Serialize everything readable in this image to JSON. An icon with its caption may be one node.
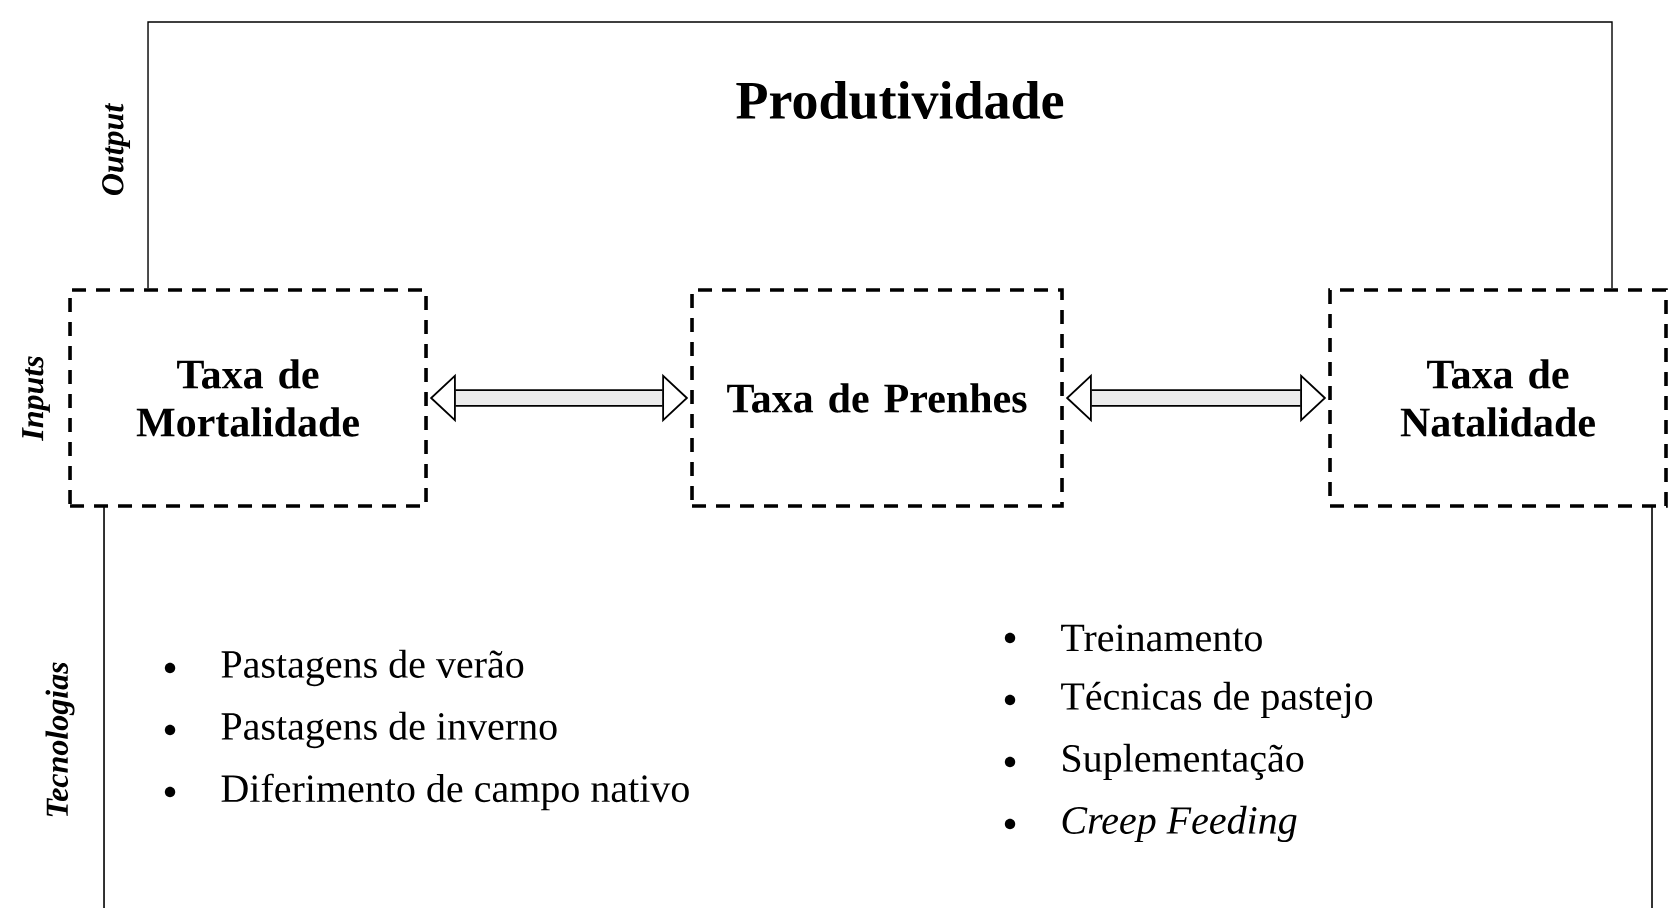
{
  "diagram": {
    "title": "Produtividade",
    "nodes": [
      {
        "text": [
          "Taxa de Mortalidade"
        ]
      },
      {
        "text": [
          "Taxa de Prenhes"
        ]
      },
      {
        "text": [
          "Taxa de Natalidade"
        ]
      }
    ],
    "edges": [
      {
        "from": 0,
        "to": 1,
        "arrow": "both"
      },
      {
        "from": 1,
        "to": 2,
        "arrow": "both"
      },
      {
        "from": 0,
        "to": 2,
        "arrow": "none"
      }
    ],
    "labels": [
      "Output",
      "Inputs",
      "Tecnologias",
      "Pastagens de verão",
      "Pastagens de inverno",
      "Diferimento de campo nativo",
      "Treinamento",
      "Técnicas de pastejo",
      "Suplementação",
      "Creep Feeding"
    ]
  }
}
